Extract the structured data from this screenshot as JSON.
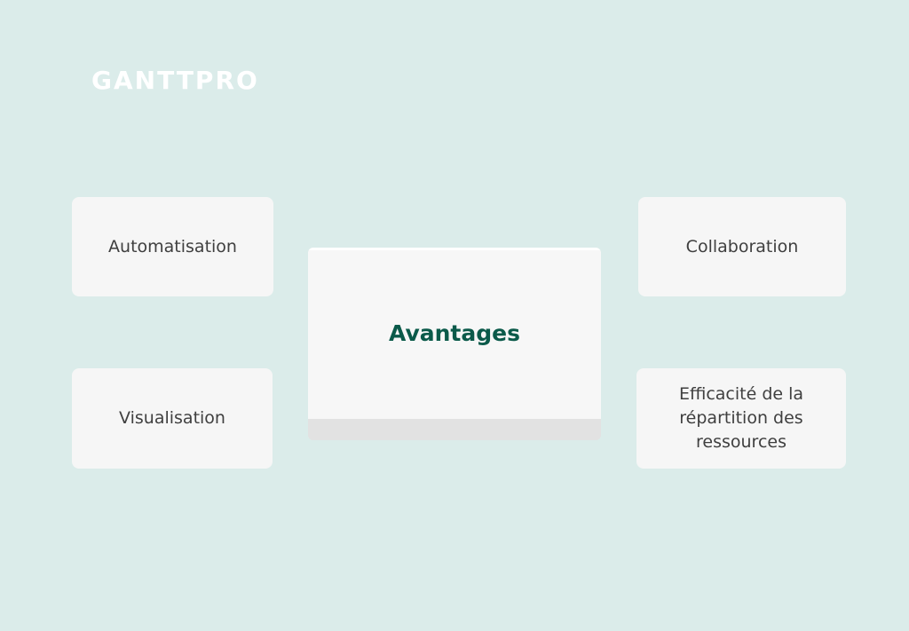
{
  "brand": {
    "logo_text": "GANTTPRO"
  },
  "diagram": {
    "center_label": "Avantages",
    "items": [
      {
        "label": "Automatisation"
      },
      {
        "label": "Visualisation"
      },
      {
        "label": "Collaboration"
      },
      {
        "label": "Efficacité de la répartition des ressources"
      }
    ]
  },
  "colors": {
    "background": "#dbecea",
    "card": "#f6f6f6",
    "accent_text": "#0b5a4a",
    "body_text": "#3f3f3f"
  }
}
